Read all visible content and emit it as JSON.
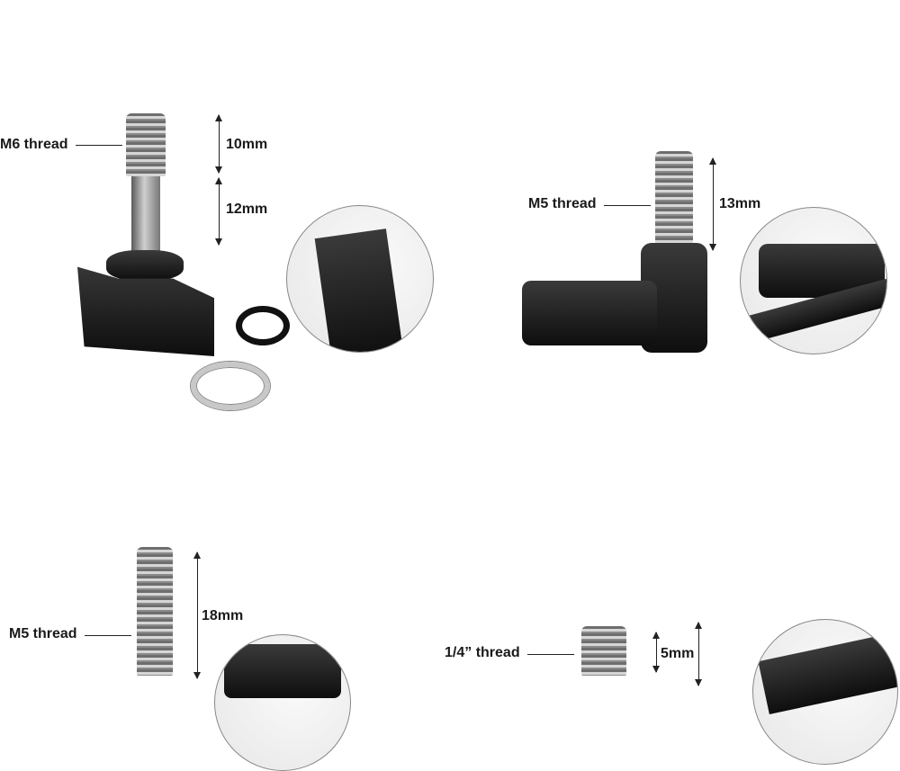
{
  "products": [
    {
      "thread_label": "M6 thread",
      "dimensions": [
        "10mm",
        "12mm"
      ]
    },
    {
      "thread_label": "M5 thread",
      "dimensions": [
        "13mm"
      ]
    },
    {
      "thread_label": "M5 thread",
      "dimensions": [
        "18mm"
      ]
    },
    {
      "thread_label": "1/4” thread",
      "dimensions": [
        "5mm"
      ]
    }
  ],
  "colors": {
    "anodized": "#111111",
    "steel": "#bfbfbf",
    "text": "#1a1a1a"
  }
}
